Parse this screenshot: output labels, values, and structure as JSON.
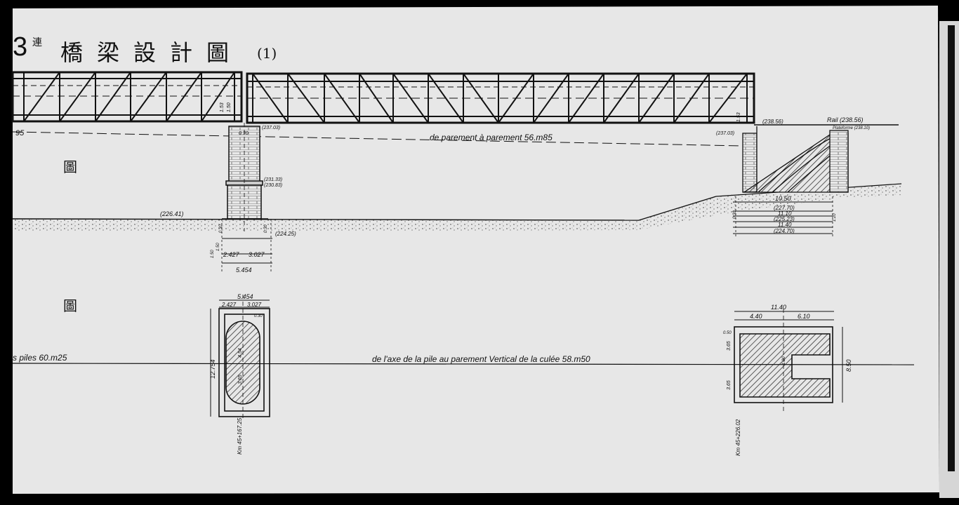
{
  "title": {
    "number": "3",
    "superscript": "連",
    "main": "橋梁設計圖",
    "part": "(1)"
  },
  "section_labels": {
    "elevation": "圖",
    "plan": "圖"
  },
  "elevation": {
    "left_level": "95",
    "span_label": "de parement à parement 56.m85",
    "pier_dims": [
      "1.53",
      "1.50",
      "0.30",
      "(237.03)",
      "(231.33)",
      "(230.83)"
    ],
    "ground_level": "(226.41)",
    "pier_base_level": "(224.25)",
    "pier_base_dims": [
      "0.30",
      "0.30",
      "1.50",
      "1.50",
      "2.427",
      "3.027",
      "5.454"
    ],
    "abutment_levels": [
      "(238.56)",
      "Rail (238.56)",
      "Plateforme (238.10)",
      "(237.03)",
      "1.53"
    ],
    "abutment_dims": [
      "10.50",
      "(227.70)",
      "11.10",
      "(225.23)",
      "11.40",
      "(224.70)",
      "0.30",
      "1.20"
    ]
  },
  "plan": {
    "left_label": "s piles 60.m25",
    "axis_label": "de l'axe de la pile au parement Vertical de la culée 58.m50",
    "pier_dims": [
      "5.454",
      "2.427",
      "3.027",
      "12.754",
      "4.54",
      "3.65",
      "0.30"
    ],
    "pier_km": "Km 45+167.25",
    "abutment_dims": [
      "11.40",
      "4.40",
      "6.10",
      "0.50",
      "3.65",
      "3.65",
      "8.50",
      "1.20"
    ],
    "abutment_km": "Km 45+226.02"
  }
}
